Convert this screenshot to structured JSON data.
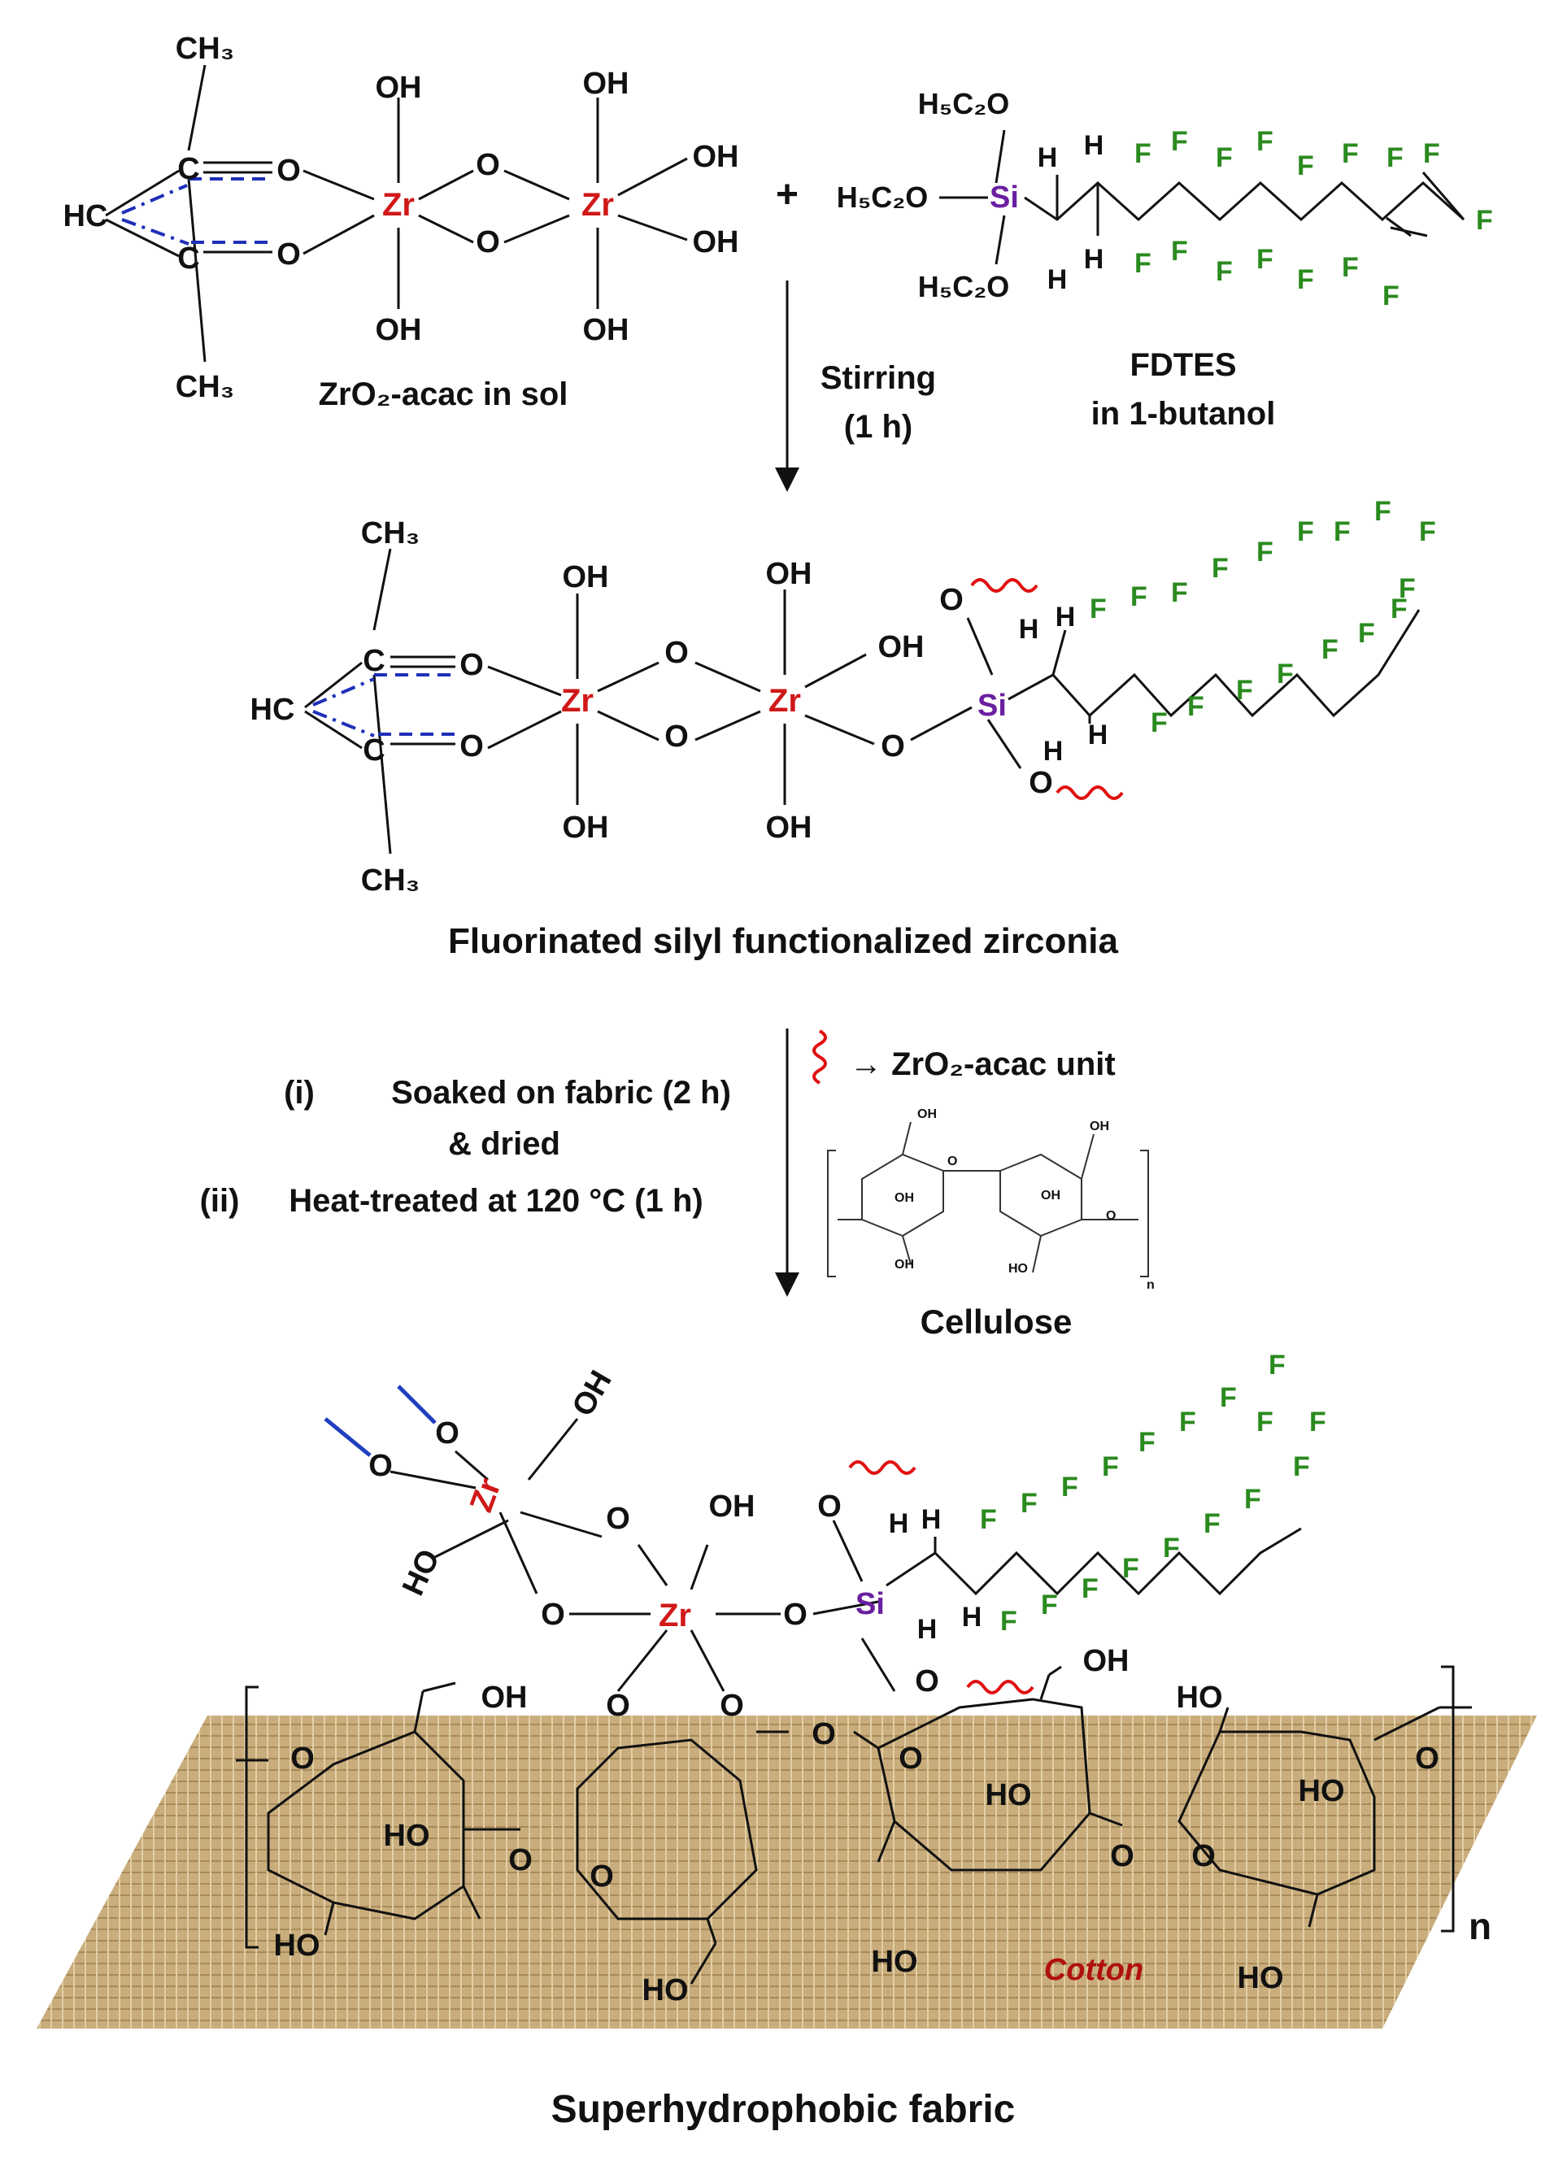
{
  "colors": {
    "zr": "#d01818",
    "si": "#6a1fa0",
    "f": "#2a8a1e",
    "text": "#111111",
    "cotton": "#b01010",
    "fabric": "#c9ad7c",
    "resonance": "#1f2fb8",
    "wavy": "#e01010"
  },
  "labels": {
    "ch3": "CH₃",
    "hc": "HC",
    "c": "C",
    "o": "O",
    "oh": "OH",
    "ho": "HO",
    "h": "H",
    "f": "F",
    "zr": "Zr",
    "si": "Si",
    "h5c2o": "H₅C₂O",
    "plus": "+",
    "n": "n"
  },
  "captions": {
    "zro2_acac_sol": "ZrO₂-acac in sol",
    "fdtes_name": "FDTES",
    "fdtes_solvent": "in 1-butanol",
    "stirring": "Stirring",
    "stirring_time": "(1 h)",
    "intermediate": "Fluorinated silyl functionalized zirconia",
    "step_i_num": "(i)",
    "step_i": "Soaked on fabric (2 h)",
    "step_i_cont": "& dried",
    "step_ii_num": "(ii)",
    "step_ii": "Heat-treated at 120 °C (1 h)",
    "legend_unit": "→ ZrO₂-acac unit",
    "cellulose": "Cellulose",
    "cotton": "Cotton",
    "final": "Superhydrophobic fabric"
  }
}
